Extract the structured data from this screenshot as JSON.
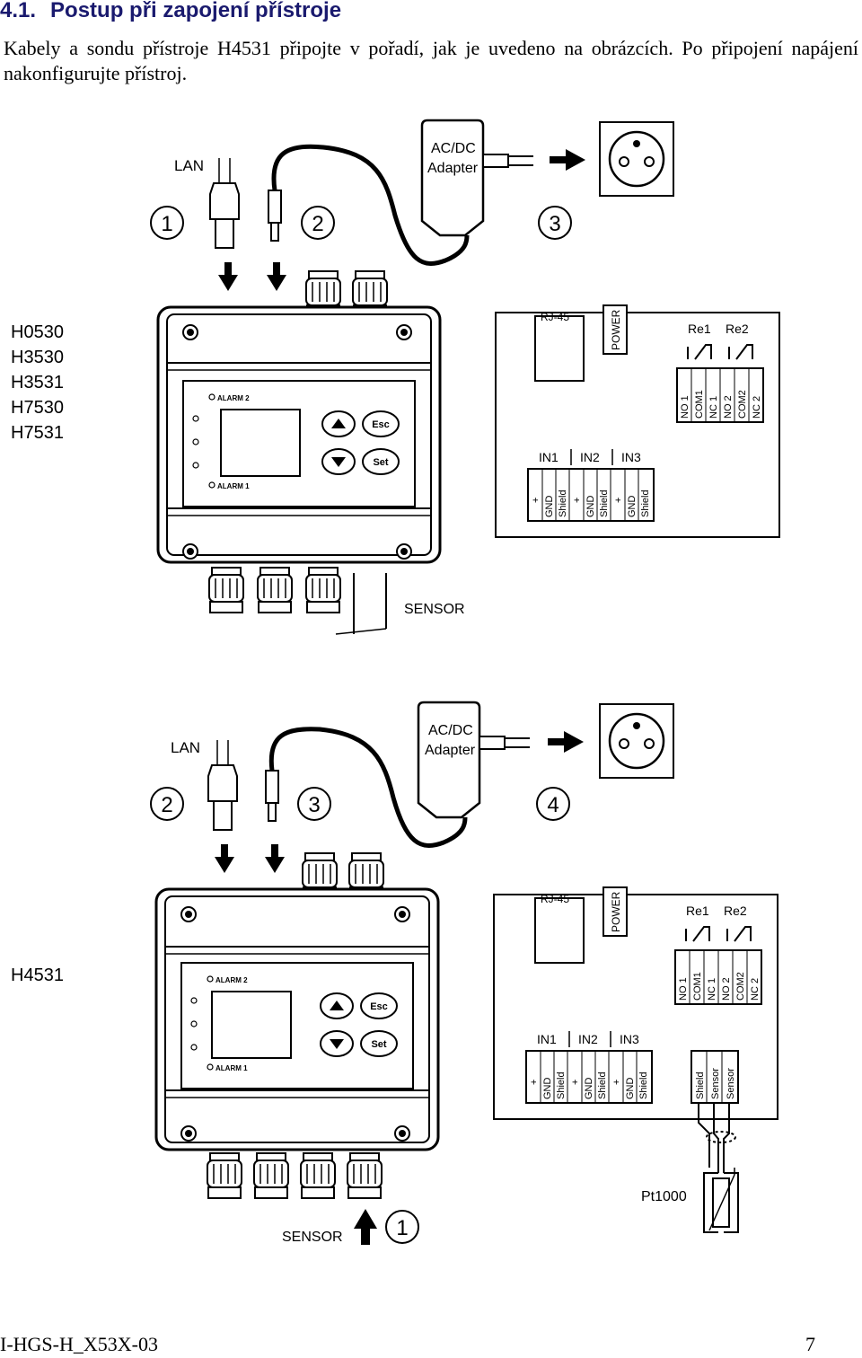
{
  "heading": {
    "number": "4.1.",
    "title": "Postup při zapojení přístroje"
  },
  "paragraph": "Kabely a sondu přístroje H4531 připojte v pořadí, jak je uvedeno na obrázcích. Po připojení napájení nakonfigurujte přístroj.",
  "labels": {
    "lan": "LAN",
    "adapter_line1": "AC/DC",
    "adapter_line2": "Adapter",
    "rj45": "RJ-45",
    "power": "POWER",
    "re1": "Re1",
    "re2": "Re2",
    "alarm1": "ALARM 1",
    "alarm2": "ALARM 2",
    "esc": "Esc",
    "set": "Set",
    "sensor": "SENSOR",
    "pt1000": "Pt1000",
    "in1": "IN1",
    "in2": "IN2",
    "in3": "IN3"
  },
  "relay_terminals": [
    "NO 1",
    "COM1",
    "NC 1",
    "NO 2",
    "COM2",
    "NC 2"
  ],
  "input_terminals": [
    "+",
    "GND",
    "Shield",
    "+",
    "GND",
    "Shield",
    "+",
    "GND",
    "Shield"
  ],
  "sensor_terminals": [
    "Shield",
    "Sensor",
    "Sensor"
  ],
  "figure1": {
    "models": [
      "H0530",
      "H3530",
      "H3531",
      "H7530",
      "H7531"
    ],
    "steps": [
      "1",
      "2",
      "3"
    ]
  },
  "figure2": {
    "model": "H4531",
    "steps": [
      "2",
      "3",
      "4"
    ],
    "sensor_step": "1"
  },
  "footer": {
    "doc_id": "I-HGS-H_X53X-03",
    "page": "7"
  }
}
